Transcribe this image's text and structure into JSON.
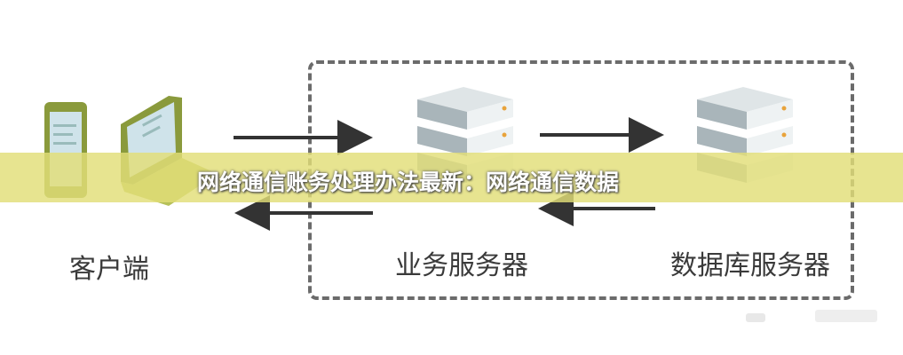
{
  "diagram": {
    "client_label": "客户端",
    "business_server_label": "业务服务器",
    "database_server_label": "数据库服务器"
  },
  "banner": {
    "title": "网络通信账务处理办法最新：网络通信数据"
  },
  "colors": {
    "server_body": "#b8c3c7",
    "server_face": "#eef2f3",
    "device_screen": "#cfe3ea",
    "device_body": "#8a9a3c",
    "arrow": "#333333",
    "banner": "#e2de78"
  }
}
